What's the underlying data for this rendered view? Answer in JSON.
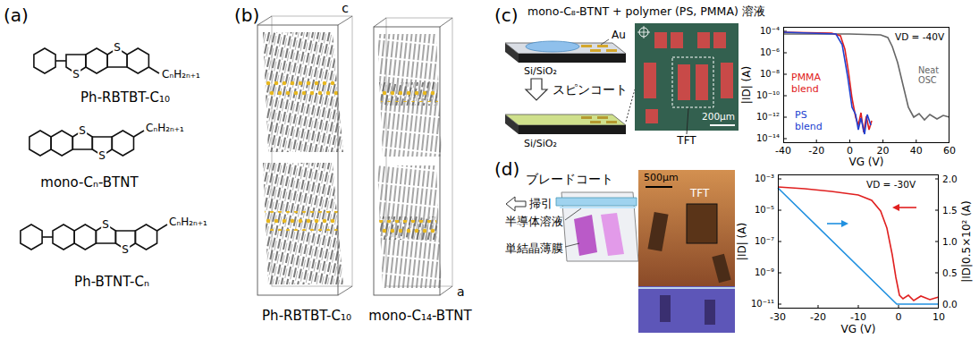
{
  "diagram": {
    "nodes": [
      {
        "text": [
          "VD = -40V",
          "Neat OSC",
          "PMMA blend",
          "PS blend"
        ]
      },
      {
        "text": [
          "200µm"
        ]
      },
      {
        "text": [
          "VD = -30V"
        ]
      },
      {
        "text": [
          "500µm",
          "TFT"
        ]
      }
    ],
    "labels": [
      "(a)",
      "(b)",
      "(c)",
      "(d)",
      "S",
      "S",
      "CₙH₂ₙ₊₁",
      "Ph-RBTBT-C₁₀",
      "S",
      "S",
      "CₙH₂ₙ₊₁",
      "mono-Cₙ-BTNT",
      "S",
      "S",
      "CₙH₂ₙ₊₁",
      "Ph-BTNT-Cₙ",
      "c",
      "a",
      "Ph-RBTBT-C₁₀",
      "mono-C₁₄-BTNT",
      "mono-C₈-BTNT + polymer (PS, PMMA) 溶液",
      "Au",
      "Si/SiO₂",
      "スピンコート",
      "Si/SiO₂",
      "TFT",
      "10⁻⁴",
      "10⁻⁶",
      "10⁻⁸",
      "10⁻¹⁰",
      "10⁻¹²",
      "10⁻¹⁴",
      "|ID| (A)",
      "-40",
      "-20",
      "0",
      "20",
      "40",
      "60",
      "VG (V)",
      "ブレードコート",
      "掃引",
      "半導体溶液",
      "単結晶薄膜",
      "10⁻³",
      "10⁻⁵",
      "10⁻⁷",
      "10⁻⁹",
      "10⁻¹¹",
      "|ID| (A)",
      "2.0",
      "1.5",
      "1.0",
      "0.5",
      "0.0",
      "|ID|0.5×10² (A)",
      "-30",
      "-20",
      "-10",
      "0",
      "10",
      "VG (V)"
    ]
  }
}
